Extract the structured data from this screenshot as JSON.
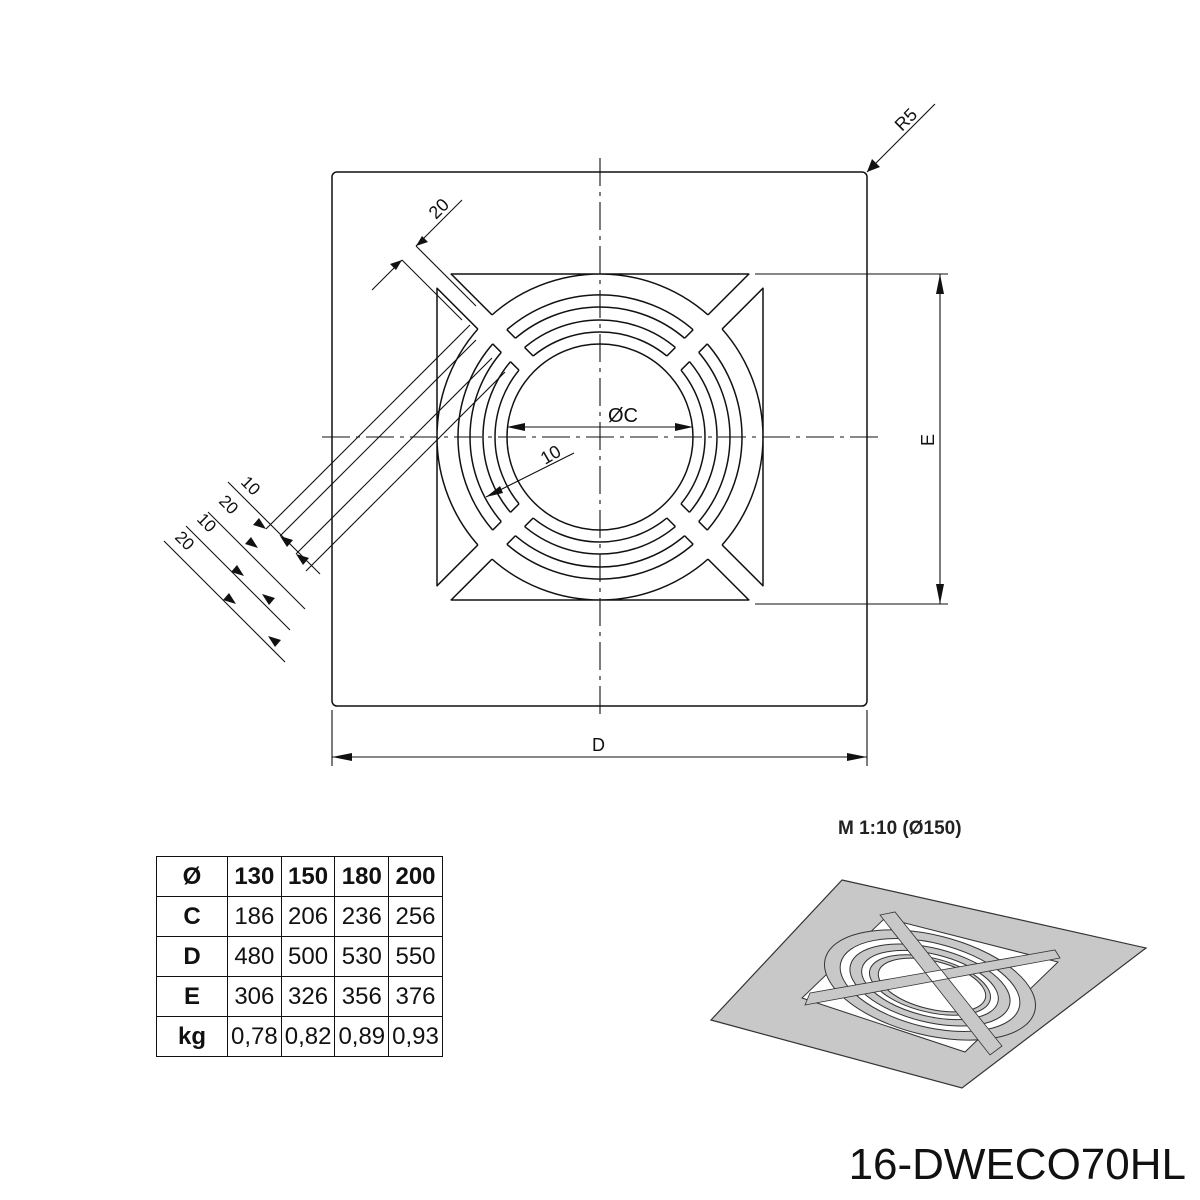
{
  "drawing": {
    "dim_radius": "R5",
    "dim_bar_width": "20",
    "dim_diameter": "ØC",
    "dim_ring": "10",
    "dim_width": "D",
    "dim_height": "E",
    "dim_slots": [
      "10",
      "20",
      "10",
      "20"
    ]
  },
  "table": {
    "header": [
      "Ø",
      "130",
      "150",
      "180",
      "200"
    ],
    "rows": [
      {
        "label": "C",
        "values": [
          "186",
          "206",
          "236",
          "256"
        ]
      },
      {
        "label": "D",
        "values": [
          "480",
          "500",
          "530",
          "550"
        ]
      },
      {
        "label": "E",
        "values": [
          "306",
          "326",
          "356",
          "376"
        ]
      },
      {
        "label": "kg",
        "values": [
          "0,78",
          "0,82",
          "0,89",
          "0,93"
        ]
      }
    ]
  },
  "view3d": {
    "scale_label": "M 1:10 (Ø150)"
  },
  "product_code": "16-DWECO70HL",
  "colors": {
    "line": "#111111",
    "plate3d": "#c8c8c8"
  }
}
